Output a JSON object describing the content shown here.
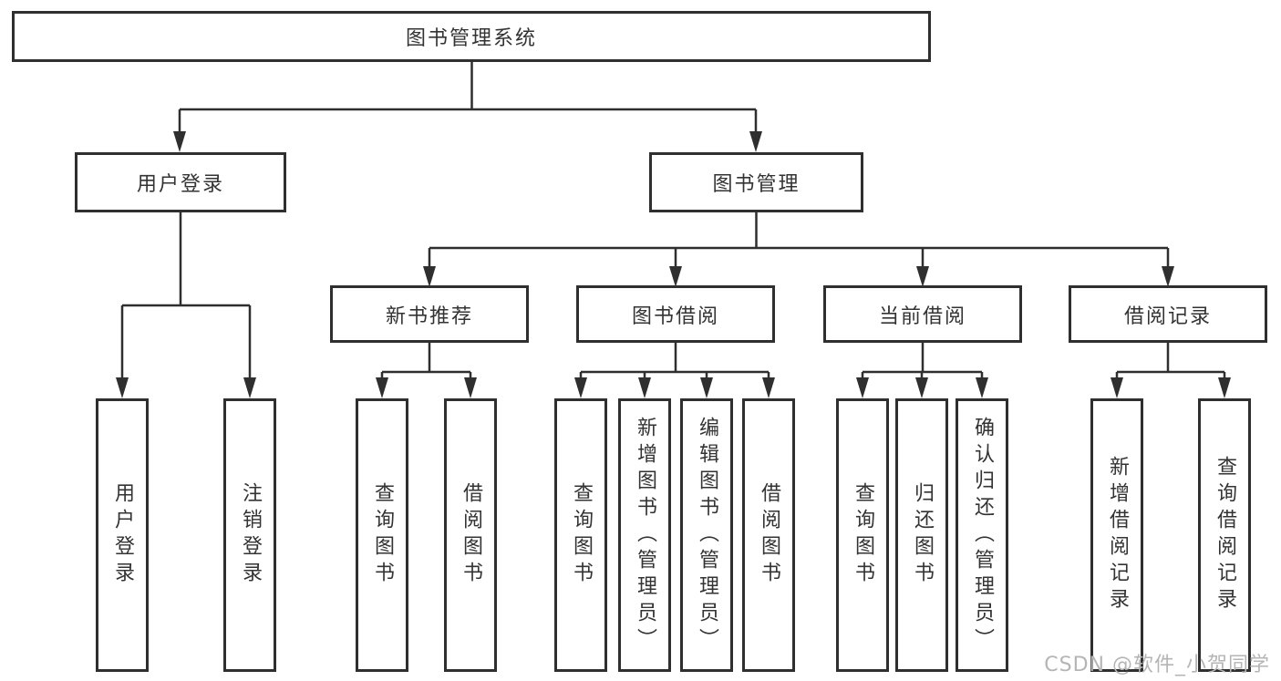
{
  "diagram": {
    "root": {
      "label": "图书管理系统"
    },
    "branches": [
      {
        "label": "用户登录",
        "children": [
          {
            "label": "用户登录"
          },
          {
            "label": "注销登录"
          }
        ]
      },
      {
        "label": "图书管理",
        "children": [
          {
            "label": "新书推荐",
            "children": [
              {
                "label": "查询图书"
              },
              {
                "label": "借阅图书"
              }
            ]
          },
          {
            "label": "图书借阅",
            "children": [
              {
                "label": "查询图书"
              },
              {
                "label": "新增图书（管理员）"
              },
              {
                "label": "编辑图书（管理员）"
              },
              {
                "label": "借阅图书"
              }
            ]
          },
          {
            "label": "当前借阅",
            "children": [
              {
                "label": "查询图书"
              },
              {
                "label": "归还图书"
              },
              {
                "label": "确认归还（管理员）"
              }
            ]
          },
          {
            "label": "借阅记录",
            "children": [
              {
                "label": "新增借阅记录"
              },
              {
                "label": "查询借阅记录"
              }
            ]
          }
        ]
      }
    ]
  },
  "watermark": {
    "text": "CSDN @软件_小贺同学"
  },
  "colors": {
    "line": "#2f2f2f",
    "box_border": "#2f2f2f",
    "text": "#333333",
    "background": "#ffffff",
    "watermark": "#b5b5b5"
  }
}
